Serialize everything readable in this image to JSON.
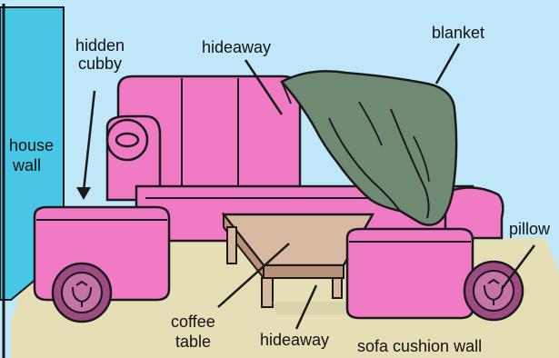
{
  "labels": {
    "hidden_cubby_1": "hidden",
    "hidden_cubby_2": "cubby",
    "hideaway_top": "hideaway",
    "blanket": "blanket",
    "house_wall_1": "house",
    "house_wall_2": "wall",
    "pillow": "pillow",
    "coffee_table_1": "coffee",
    "coffee_table_2": "table",
    "hideaway_bottom": "hideaway",
    "sofa_cushion_wall": "sofa cushion wall"
  },
  "colors": {
    "sky": "#BFE7F7",
    "wall": "#47C6E6",
    "floor": "#E5DFB5",
    "sofa": "#F07BC4",
    "sofa_dark": "#D95BAE",
    "blanket": "#6E8A72",
    "blanket_dark": "#4F6853",
    "table_top": "#D8B9A1",
    "table_side": "#B89278",
    "pillow": "#9E4B83",
    "pillow_light": "#C673A8",
    "outline": "#1A1A1A"
  },
  "icons": {
    "pillow_symbol": "tulip-icon"
  }
}
